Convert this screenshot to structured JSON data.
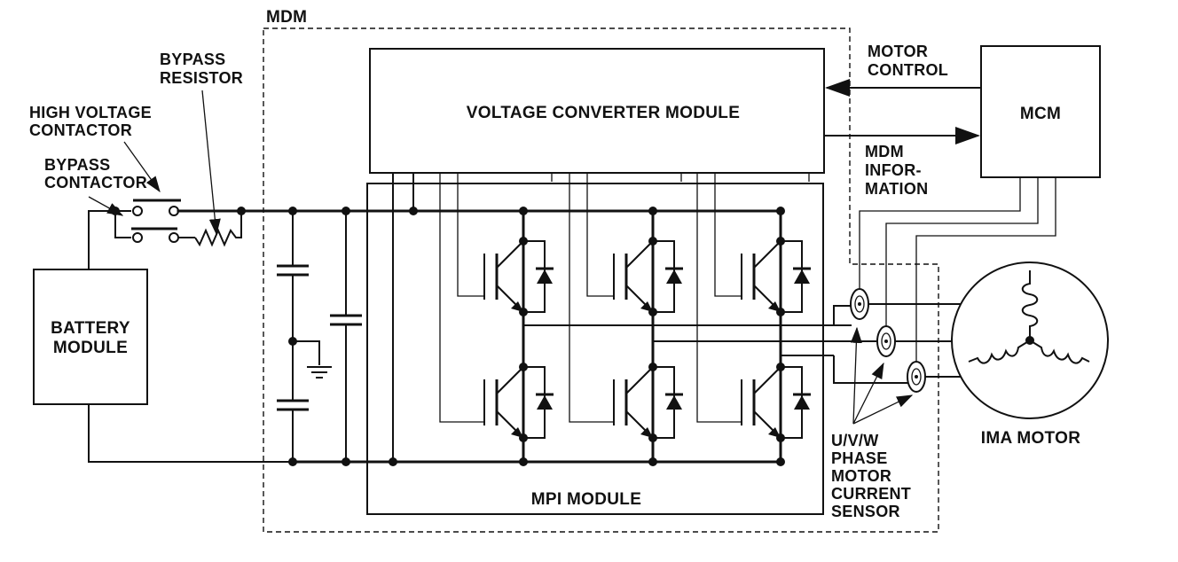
{
  "labels": {
    "mdm": "MDM",
    "bypass_resistor_1": "BYPASS",
    "bypass_resistor_2": "RESISTOR",
    "high_voltage_contactor_1": "HIGH VOLTAGE",
    "high_voltage_contactor_2": "CONTACTOR",
    "bypass_contactor_1": "BYPASS",
    "bypass_contactor_2": "CONTACTOR",
    "battery_module_1": "BATTERY",
    "battery_module_2": "MODULE",
    "voltage_converter_module": "VOLTAGE CONVERTER MODULE",
    "mpi_module": "MPI MODULE",
    "motor_control_1": "MOTOR",
    "motor_control_2": "CONTROL",
    "mcm": "MCM",
    "mdm_information_1": "MDM",
    "mdm_information_2": "INFOR-",
    "mdm_information_3": "MATION",
    "current_sensor_1": "U/V/W",
    "current_sensor_2": "PHASE",
    "current_sensor_3": "MOTOR",
    "current_sensor_4": "CURRENT",
    "current_sensor_5": "SENSOR",
    "ima_motor": "IMA MOTOR"
  }
}
